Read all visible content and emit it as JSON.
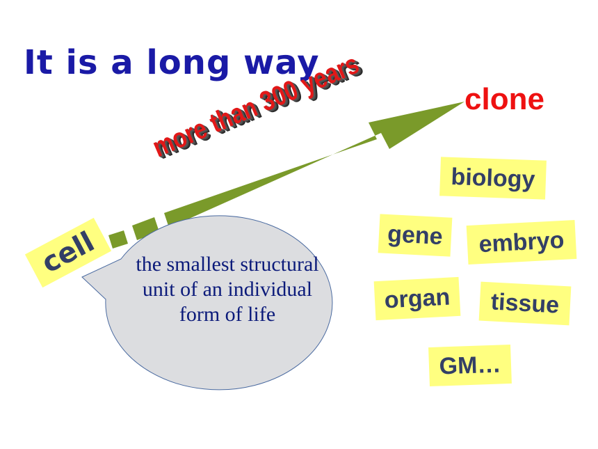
{
  "slide": {
    "title": "It is a long way",
    "arrow_label": "more than 300 years",
    "start_label": "cell",
    "end_label": "clone",
    "cell_definition": "the smallest structural unit of an individual form of life",
    "keywords": [
      "biology",
      "gene",
      "embryo",
      "organ",
      "tissue",
      "GM…"
    ]
  },
  "colors": {
    "title": "#1a1aa6",
    "clone": "#ee1111",
    "arrow": "#7a9a2a",
    "label_bg": "#ffff80",
    "label_text": "#333f66",
    "bubble_fill": "#dcdde0",
    "bubble_text": "#0b1a7a"
  }
}
